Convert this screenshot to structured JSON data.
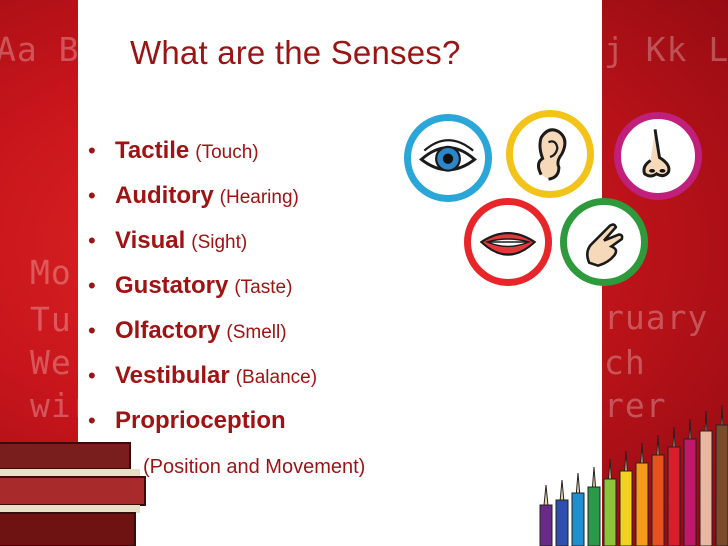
{
  "slide": {
    "title": "What are the Senses?",
    "bullets": [
      {
        "term": "Tactile",
        "paren": "(Touch)"
      },
      {
        "term": "Auditory",
        "paren": "(Hearing)"
      },
      {
        "term": "Visual",
        "paren": "(Sight)"
      },
      {
        "term": "Gustatory",
        "paren": "(Taste)"
      },
      {
        "term": "Olfactory",
        "paren": "(Smell)"
      },
      {
        "term": "Vestibular",
        "paren": "(Balance)"
      },
      {
        "term": "Proprioception",
        "paren": ""
      }
    ],
    "sub_line": "(Position and Movement)"
  },
  "background": {
    "left_top": "Aa B",
    "right_top": "j Kk L",
    "left_lines": [
      "Mo",
      "Tu",
      "We",
      "wir"
    ],
    "right_lines": [
      "ruary",
      "ch",
      "rer"
    ],
    "bullet_glyph": "•"
  },
  "icons": [
    "eye-icon",
    "ear-icon",
    "nose-icon",
    "mouth-icon",
    "hand-icon"
  ],
  "colors": {
    "background_red": "#c8151c",
    "text_red": "#a01313",
    "eye_ring": "#2aa6d8",
    "ear_ring": "#f2c419",
    "nose_ring": "#c01f7a",
    "mouth_ring": "#e8262a",
    "hand_ring": "#2f9a3c"
  }
}
